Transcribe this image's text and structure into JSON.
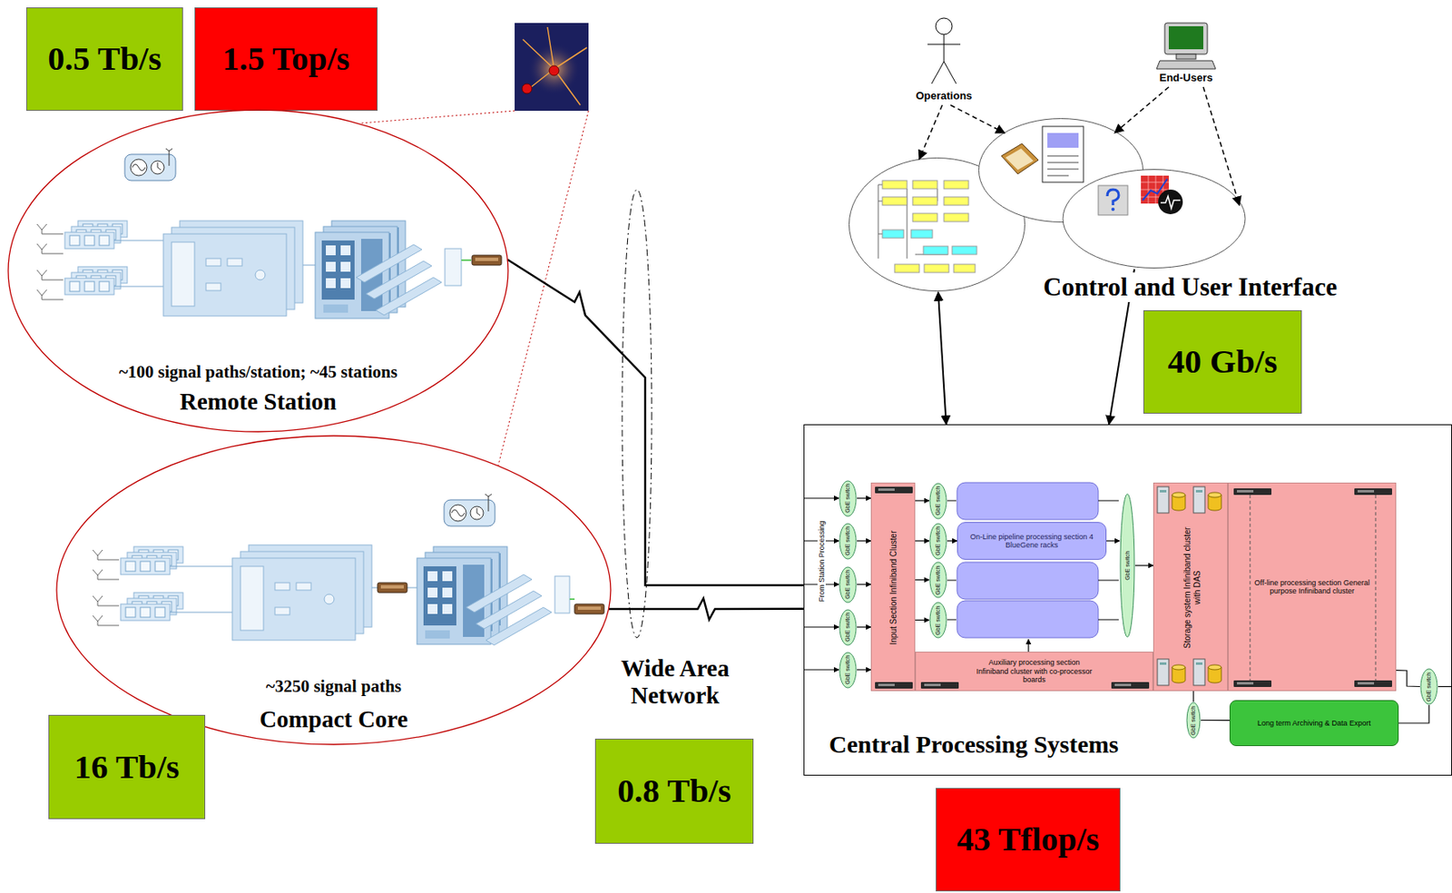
{
  "diagram": {
    "nodes": [
      {
        "text": [
          "0.5 Tb/s"
        ]
      },
      {
        "text": [
          "1.5 Top/s"
        ]
      },
      {
        "text": [
          "~100 signal paths/station; ~45 stations",
          "Remote Station"
        ]
      },
      {
        "text": [
          "~3250 signal paths",
          "Compact Core"
        ]
      },
      {
        "text": [
          "16 Tb/s"
        ]
      },
      {
        "text": [
          "Operations"
        ]
      },
      {
        "text": [
          "End-Users"
        ]
      },
      {
        "text": [
          "Control and User Interface"
        ]
      },
      {
        "text": [
          "40 Gb/s"
        ]
      },
      {
        "text": [
          "0.8 Tb/s"
        ]
      },
      {
        "text": [
          "Central Processing Systems"
        ]
      },
      {
        "text": [
          "43 Tflop/s"
        ]
      },
      {
        "text": [
          "Input Section Infiniband Cluster"
        ],
        "in": 10
      },
      {
        "text": [
          "On-Line pipeline processing section 4 BlueGene racks"
        ],
        "in": 10
      },
      {
        "text": [
          "Auxiliary processing section Infiniband cluster with co-processor boards"
        ],
        "in": 10
      },
      {
        "text": [
          "Storage system Infiniband cluster with DAS"
        ],
        "in": 10
      },
      {
        "text": [
          "Off-line processing section General purpose Infiniband cluster"
        ],
        "in": 10
      },
      {
        "text": [
          "Long term Archiving & Data Export"
        ],
        "in": 10
      },
      {
        "text": [
          "GbE switch"
        ],
        "in": 10
      },
      {
        "text": [
          "GbE switch"
        ],
        "in": 10
      },
      {
        "text": [
          "GbE switch"
        ],
        "in": 10
      },
      {
        "text": [
          "GbE switch"
        ],
        "in": 10
      },
      {
        "text": [
          "GbE switch"
        ],
        "in": 10
      },
      {
        "text": [
          "GbE switch"
        ],
        "in": 10
      },
      {
        "text": [
          "GbE switch"
        ],
        "in": 10
      },
      {
        "text": [
          "GbE switch"
        ],
        "in": 10
      },
      {
        "text": [
          "GbE switch"
        ],
        "in": 10
      },
      {
        "text": [
          "GbE switch"
        ],
        "in": 10
      },
      {
        "text": [
          "GbE switch"
        ],
        "in": 10
      },
      {
        "text": [
          "GbE switch"
        ],
        "in": 10
      }
    ],
    "edges": [
      {
        "from": 2,
        "to": 10,
        "arrow": "none"
      },
      {
        "from": 3,
        "to": 10,
        "arrow": "none"
      },
      {
        "from": 5,
        "to": 7,
        "arrow": "to"
      },
      {
        "from": 5,
        "to": 7,
        "arrow": "to"
      },
      {
        "from": 6,
        "to": 7,
        "arrow": "to"
      },
      {
        "from": 6,
        "to": 7,
        "arrow": "to"
      },
      {
        "from": 7,
        "to": 10,
        "arrow": "both"
      },
      {
        "from": 7,
        "to": 10,
        "arrow": "to"
      },
      {
        "from": 10,
        "to": 18,
        "arrow": "to"
      },
      {
        "from": 10,
        "to": 19,
        "arrow": "to"
      },
      {
        "from": 10,
        "to": 20,
        "arrow": "to"
      },
      {
        "from": 10,
        "to": 21,
        "arrow": "to"
      },
      {
        "from": 10,
        "to": 22,
        "arrow": "to"
      },
      {
        "from": 18,
        "to": 12,
        "arrow": "to"
      },
      {
        "from": 19,
        "to": 12,
        "arrow": "to"
      },
      {
        "from": 20,
        "to": 12,
        "arrow": "to"
      },
      {
        "from": 21,
        "to": 12,
        "arrow": "to"
      },
      {
        "from": 22,
        "to": 12,
        "arrow": "to"
      },
      {
        "from": 12,
        "to": 23,
        "arrow": "to"
      },
      {
        "from": 12,
        "to": 24,
        "arrow": "to"
      },
      {
        "from": 12,
        "to": 25,
        "arrow": "to"
      },
      {
        "from": 12,
        "to": 26,
        "arrow": "to"
      },
      {
        "from": 24,
        "to": 13,
        "arrow": "to"
      },
      {
        "from": 13,
        "to": 27,
        "arrow": "to"
      },
      {
        "from": 27,
        "to": 15,
        "arrow": "to"
      },
      {
        "from": 15,
        "to": 28,
        "arrow": "none"
      },
      {
        "from": 28,
        "to": 17,
        "arrow": "none"
      },
      {
        "from": 16,
        "to": 29,
        "arrow": "none"
      },
      {
        "from": 17,
        "to": 29,
        "arrow": "none"
      }
    ],
    "labels": [
      "Wide Area Network",
      "From Station Processing"
    ]
  }
}
